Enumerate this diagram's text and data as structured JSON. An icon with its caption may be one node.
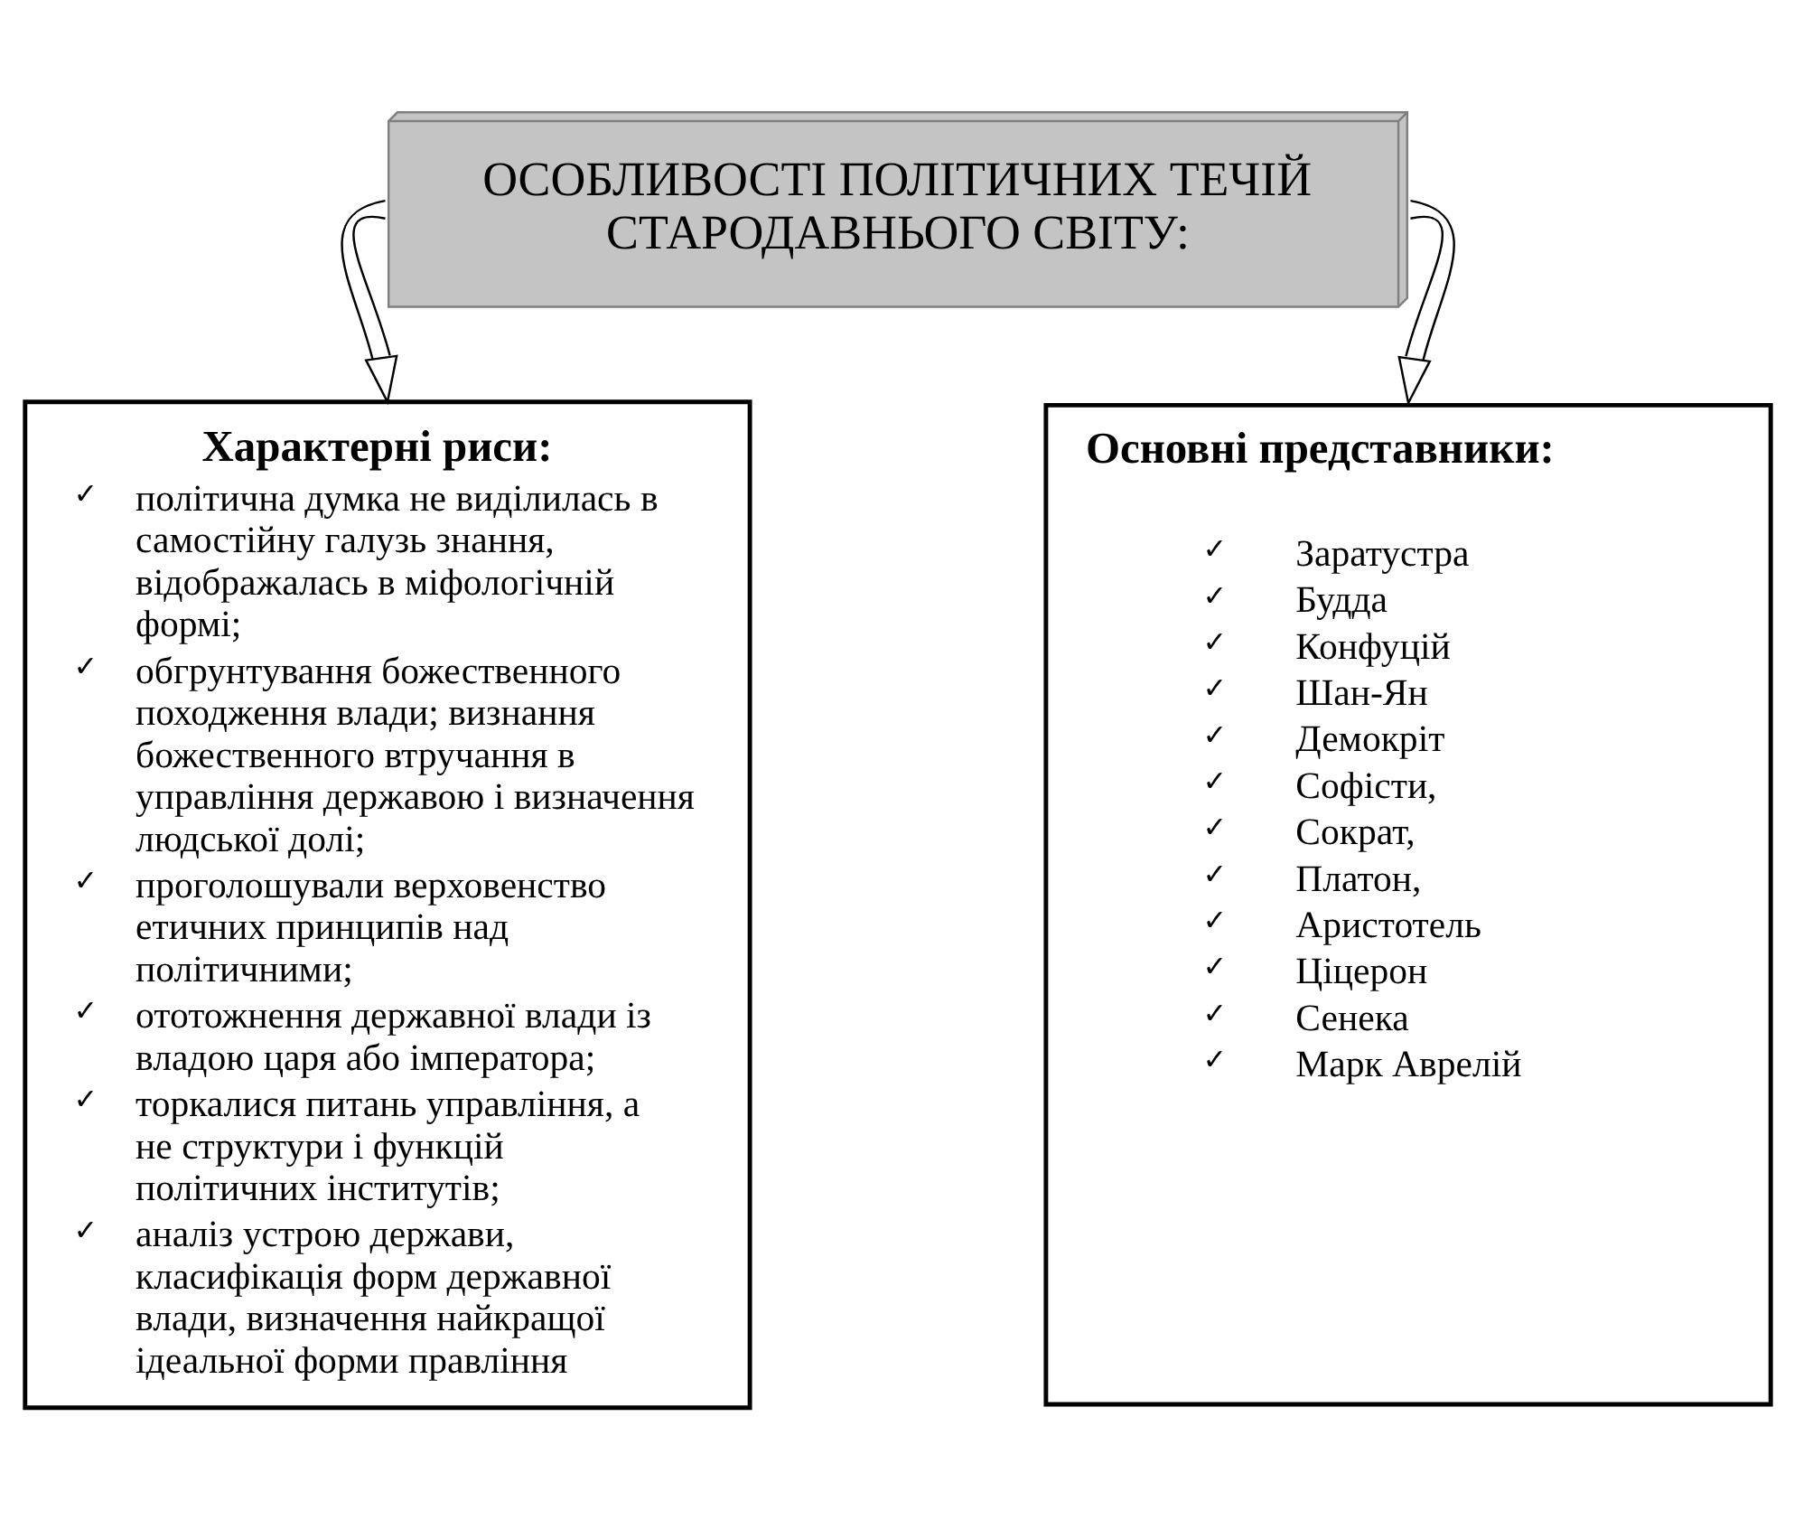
{
  "diagram": {
    "nodes": [
      {
        "text": [
          "ОСОБЛИВОСТІ ПОЛІТИЧНИХ ТЕЧІЙ СТАРОДАВНЬОГО СВІТУ:"
        ]
      },
      {
        "text": [
          "Характерні риси:",
          "✓ політична думка не виділилась в самостійну галузь знання, відображалась в міфологічній формі;",
          "✓ обгрунтування божественного походження влади; визнання божественного втручання в управління державою і визначення людської долі;",
          "✓ проголошували верховенство етичних принципів над політичними;",
          "✓ ототожнення державної влади із владою царя або імператора;",
          "✓ торкалися питань управління, а не структури і функцій політичних інститутів;",
          "✓ аналіз устрою держави, класифікація форм державної влади, визначення найкращої ідеальної форми правління"
        ]
      },
      {
        "text": [
          "Основні представники:",
          "✓ Заратустра",
          "✓ Будда",
          "✓ Конфуцій",
          "✓ Шан-Ян",
          "✓ Демокріт",
          "✓ Софісти,",
          "✓ Сократ,",
          "✓ Платон,",
          "✓ Аристотель",
          "✓ Ціцерон",
          "✓ Сенека",
          "✓ Марк Аврелій"
        ]
      }
    ],
    "edges": [
      {
        "from": 0,
        "to": 1,
        "arrow": "to"
      },
      {
        "from": 0,
        "to": 2,
        "arrow": "to"
      }
    ]
  }
}
